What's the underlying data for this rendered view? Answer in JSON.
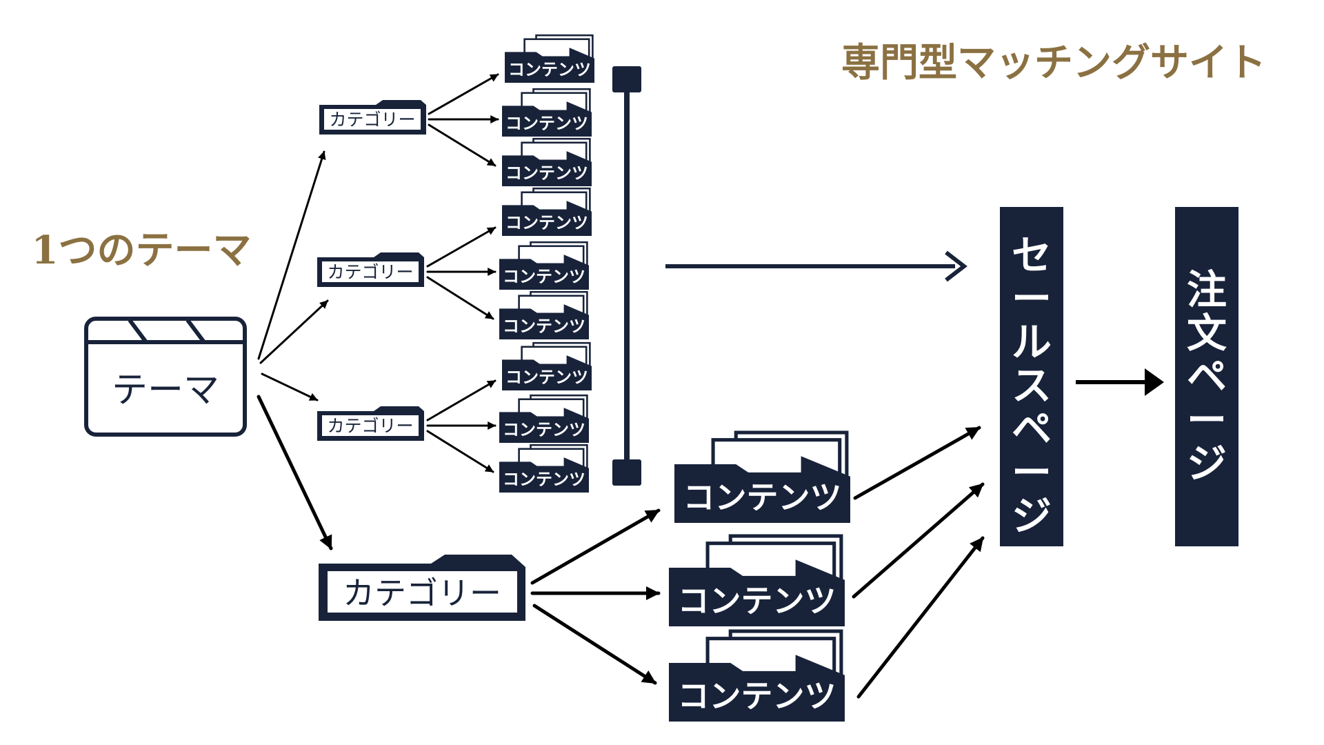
{
  "header": {
    "title": "専門型マッチングサイト",
    "subtitle": "1つのテーマ"
  },
  "theme": {
    "label": "テーマ"
  },
  "category_label": "カテゴリー",
  "content_label": "コンテンツ",
  "pages": {
    "sales": "セールスページ",
    "order": "注文ページ"
  },
  "colors": {
    "navy": "#18233a",
    "gold": "#8b7142",
    "arrow": "#000000",
    "background": "#ffffff"
  },
  "icons": [
    "theme-folder-icon",
    "category-folder-icon",
    "content-stack-icon",
    "bracket-bar-icon"
  ]
}
